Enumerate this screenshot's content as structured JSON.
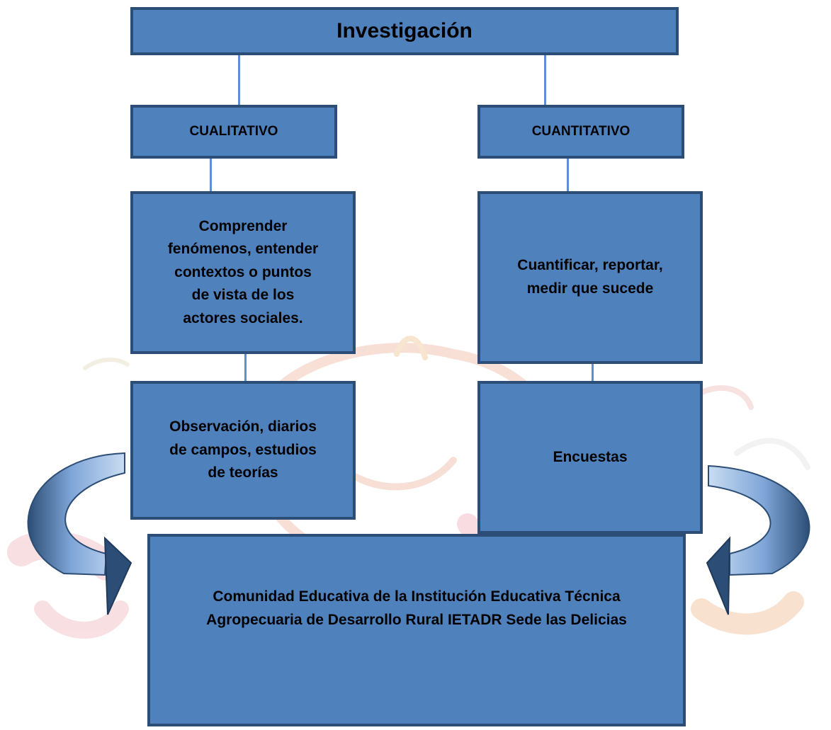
{
  "diagram": {
    "root": "Investigación",
    "left": {
      "heading": "CUALITATIVO",
      "purpose_lines": [
        "Comprender",
        "fenómenos, entender",
        "contextos o puntos",
        "de vista de los",
        "actores sociales."
      ],
      "methods_lines": [
        "Observación, diarios",
        "de campos, estudios",
        "de teorías"
      ]
    },
    "right": {
      "heading": "CUANTITATIVO",
      "purpose_lines": [
        "Cuantificar, reportar,",
        "medir que sucede"
      ],
      "methods_lines": [
        "Encuestas"
      ]
    },
    "target_lines": [
      "Comunidad Educativa de la Institución Educativa Técnica",
      "Agropecuaria de Desarrollo Rural IETADR Sede las Delicias"
    ]
  },
  "colors": {
    "box_fill": "#4f81bd",
    "box_border": "#2c4d75",
    "connector": "#5b8fd0",
    "arrow_dark": "#2c4d75",
    "arrow_light": "#a9c4e6"
  }
}
